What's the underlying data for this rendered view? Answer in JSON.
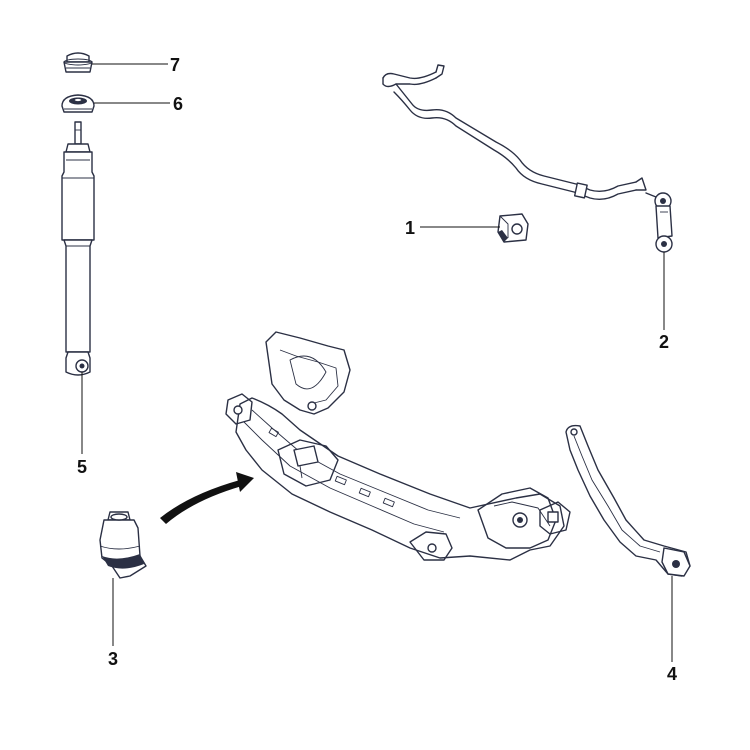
{
  "callouts": {
    "c1": "1",
    "c2": "2",
    "c3": "3",
    "c4": "4",
    "c5": "5",
    "c6": "6",
    "c7": "7"
  },
  "colors": {
    "line": "#2b3044",
    "text": "#111111",
    "background": "#ffffff"
  }
}
